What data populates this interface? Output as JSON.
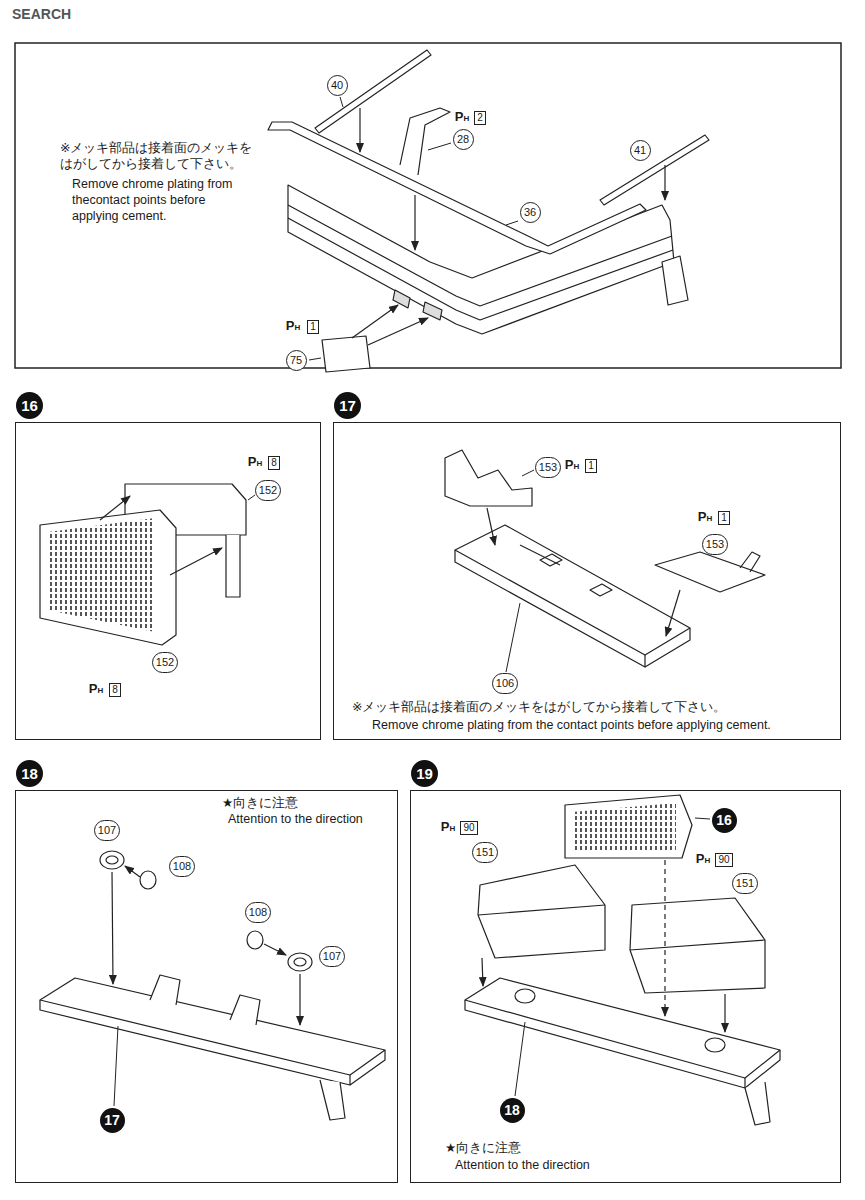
{
  "diagram": {
    "nodes": [
      {
        "text": [
          "16"
        ]
      },
      {
        "text": [
          "17"
        ]
      },
      {
        "text": [
          "18"
        ]
      },
      {
        "text": [
          "19"
        ]
      }
    ],
    "labels": [
      "SEARCH",
      "※メッキ部品は接着面のメッキをはがしてから接着して下さい。",
      "Remove chrome plating from thecontact points before applying cement.",
      "40",
      "PH",
      "2",
      "28",
      "41",
      "36",
      "PH",
      "1",
      "75",
      "PH",
      "8",
      "152",
      "152",
      "PH",
      "8",
      "153",
      "PH",
      "1",
      "PH",
      "1",
      "153",
      "106",
      "※メッキ部品は接着面のメッキをはがしてから接着して下さい。",
      "Remove chrome plating from the contact points before applying cement.",
      "★向きに注意",
      "Attention to the direction",
      "107",
      "108",
      "108",
      "107",
      "17",
      "PH",
      "90",
      "151",
      "16",
      "PH",
      "90",
      "151",
      "18",
      "★向きに注意",
      "Attention to the direction"
    ]
  }
}
